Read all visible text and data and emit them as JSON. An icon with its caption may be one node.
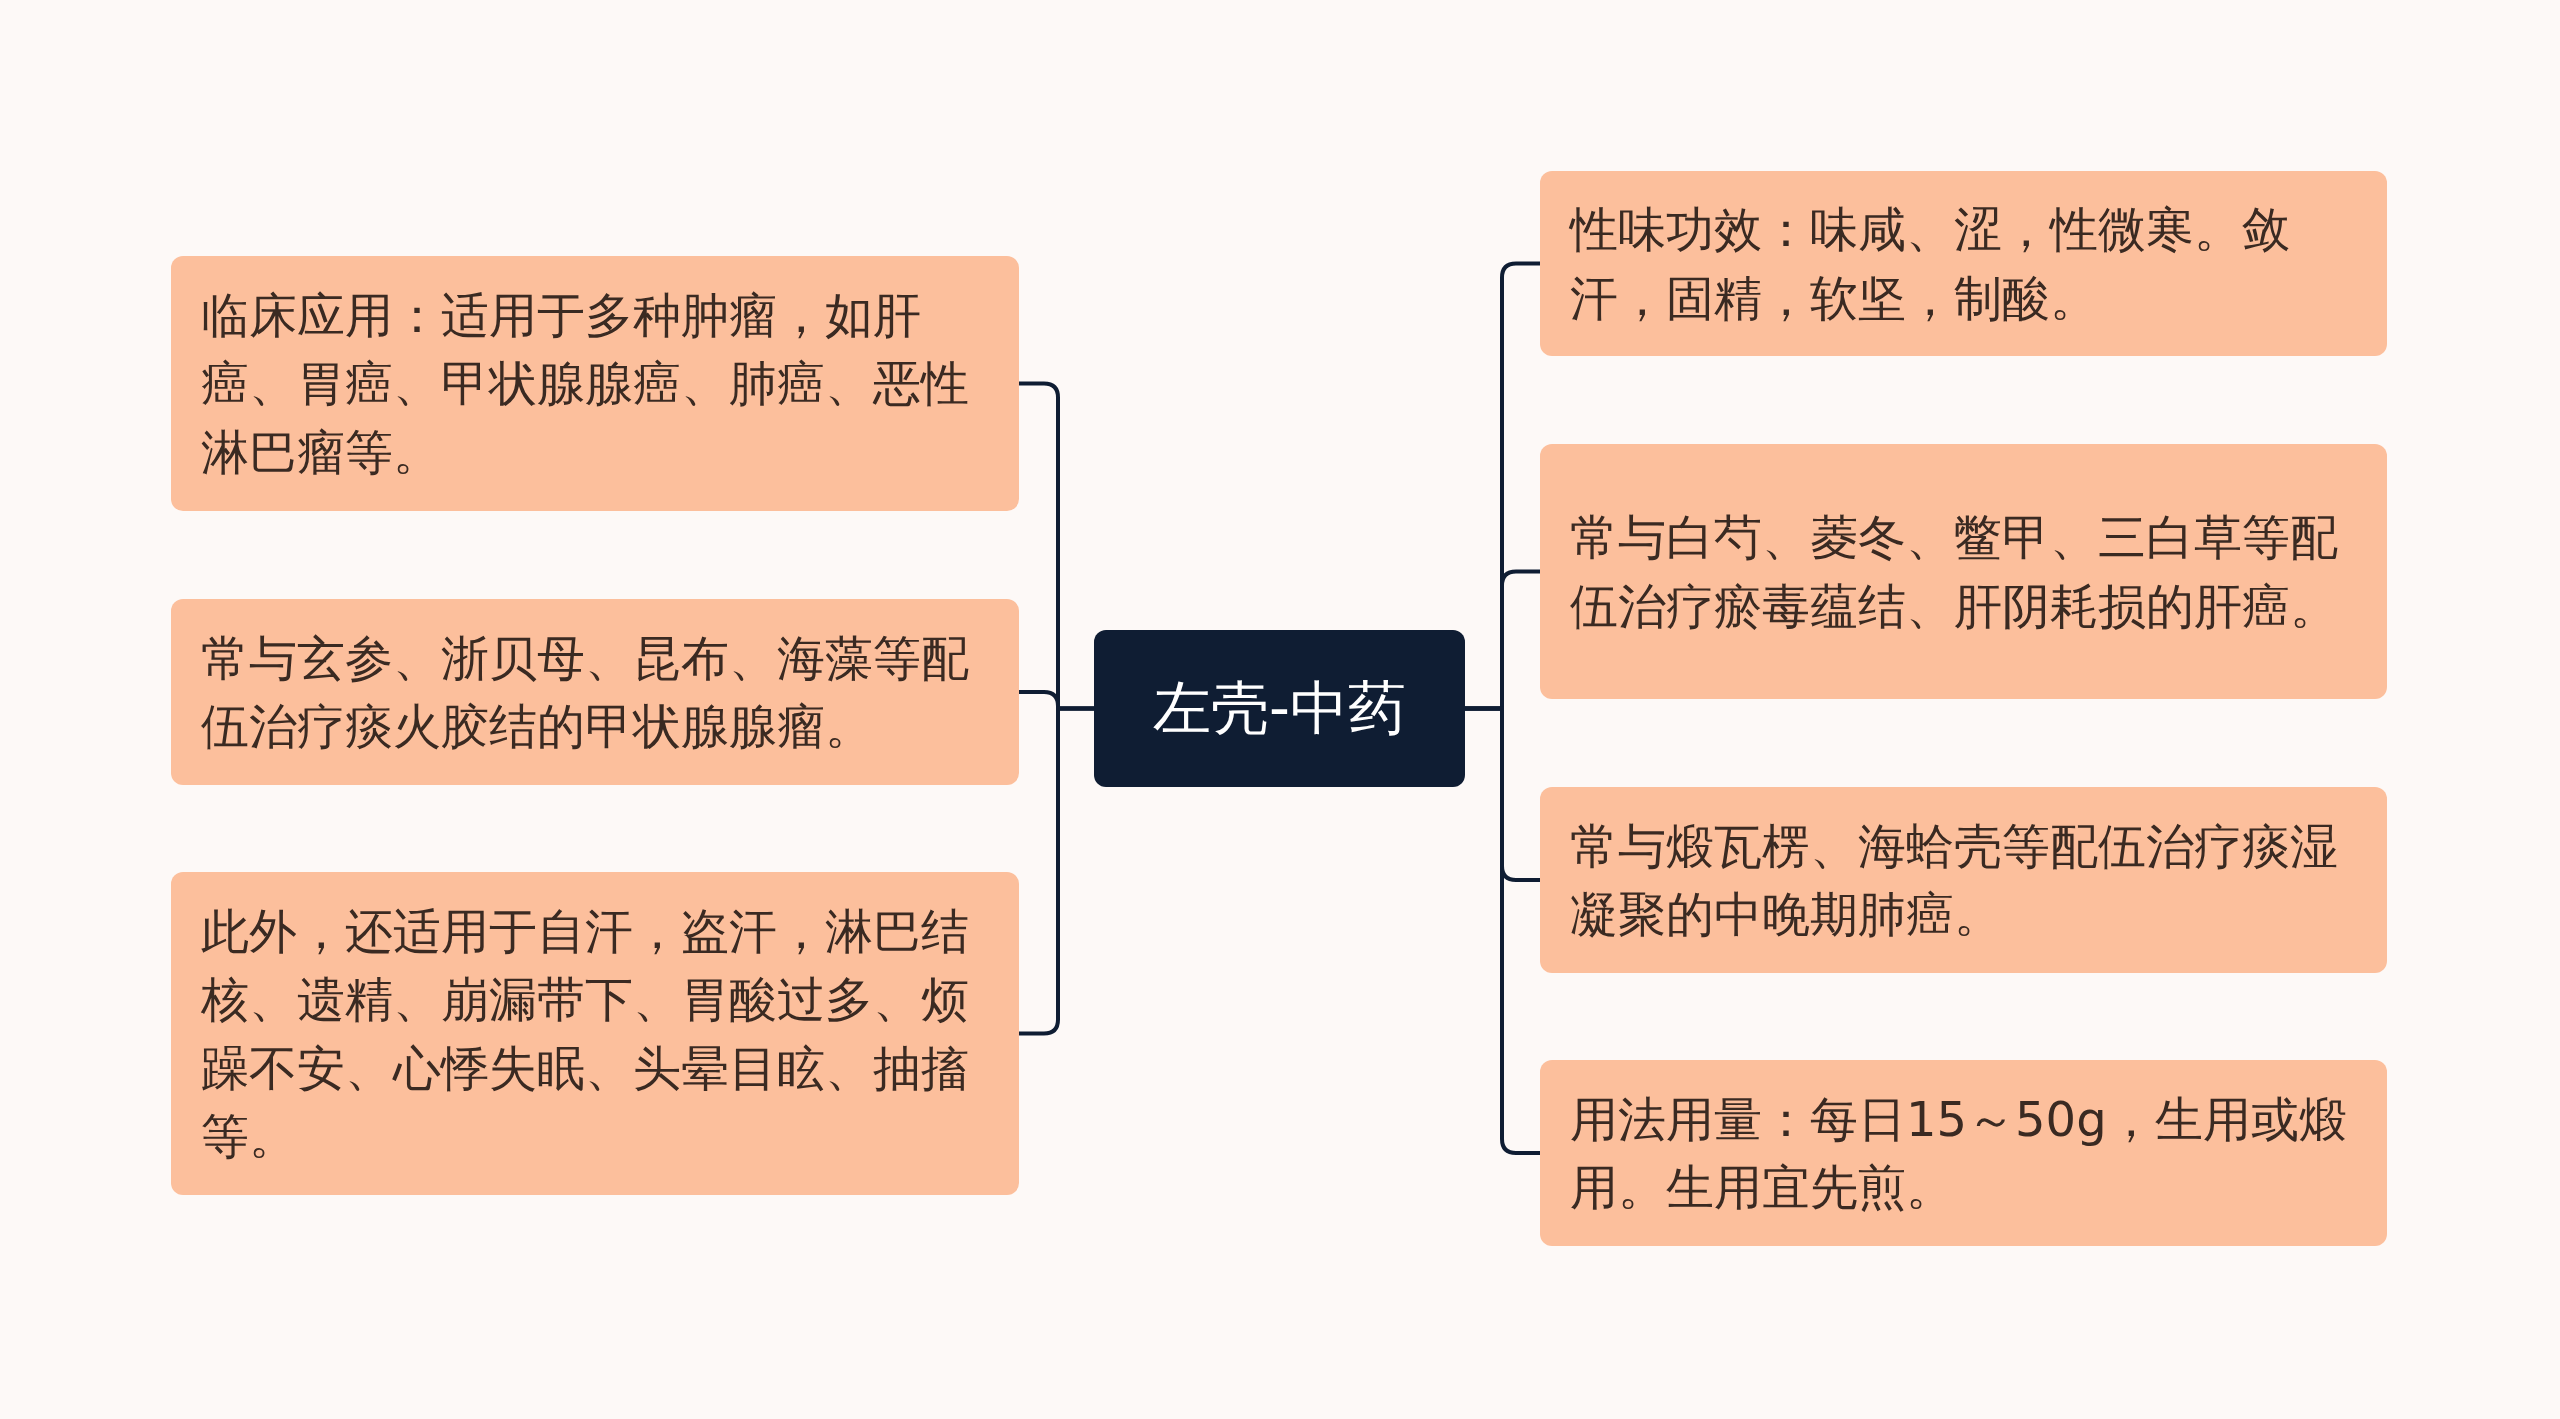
{
  "diagram": {
    "nodes": [
      {
        "text": [
          "左壳-中药"
        ]
      },
      {
        "text": [
          "临床应用：适用于多种肿瘤，如肝癌、胃癌、甲状腺腺癌、肺癌、恶性淋巴瘤等。"
        ]
      },
      {
        "text": [
          "常与玄参、浙贝母、昆布、海藻等配伍治疗痰火胶结的甲状腺腺瘤。"
        ]
      },
      {
        "text": [
          "此外，还适用于自汗，盗汗，淋巴结核、遗精、崩漏带下、胃酸过多、烦躁不安、心悸失眠、头晕目眩、抽搐等。"
        ]
      },
      {
        "text": [
          "性味功效：味咸、涩，性微寒。敛汗，固精，软坚，制酸。"
        ]
      },
      {
        "text": [
          "常与白芍、菱冬、鳖甲、三白草等配伍治疗瘀毒蕴结、肝阴耗损的肝癌。"
        ]
      },
      {
        "text": [
          "常与煅瓦楞、海蛤壳等配伍治疗痰湿凝聚的中晚期肺癌。"
        ]
      },
      {
        "text": [
          "用法用量：每日15～50g，生用或煅用。生用宜先煎。"
        ]
      }
    ],
    "edges": [
      {
        "from": 0,
        "to": 1,
        "arrow": "none"
      },
      {
        "from": 0,
        "to": 2,
        "arrow": "none"
      },
      {
        "from": 0,
        "to": 3,
        "arrow": "none"
      },
      {
        "from": 0,
        "to": 4,
        "arrow": "none"
      },
      {
        "from": 0,
        "to": 5,
        "arrow": "none"
      },
      {
        "from": 0,
        "to": 6,
        "arrow": "none"
      },
      {
        "from": 0,
        "to": 7,
        "arrow": "none"
      }
    ]
  }
}
